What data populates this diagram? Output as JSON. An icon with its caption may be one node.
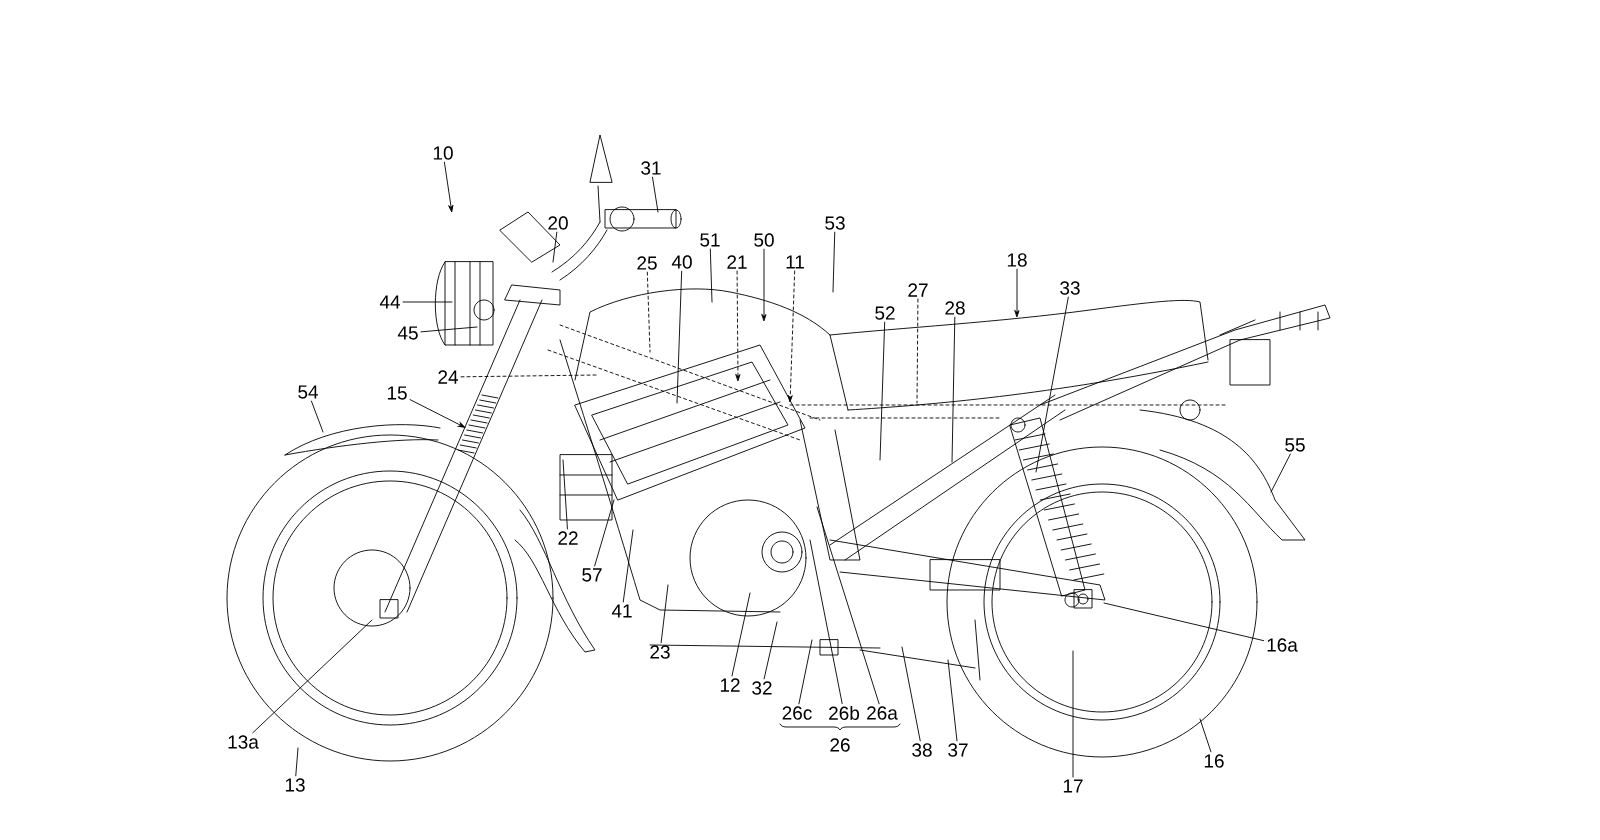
{
  "diagram": {
    "nodes": [
      {
        "text": [
          "10"
        ]
      },
      {
        "text": [
          "31"
        ]
      },
      {
        "text": [
          "20"
        ]
      },
      {
        "text": [
          "53"
        ]
      },
      {
        "text": [
          "51"
        ]
      },
      {
        "text": [
          "50"
        ]
      },
      {
        "text": [
          "25"
        ]
      },
      {
        "text": [
          "40"
        ]
      },
      {
        "text": [
          "21"
        ]
      },
      {
        "text": [
          "11"
        ]
      },
      {
        "text": [
          "18"
        ]
      },
      {
        "text": [
          "33"
        ]
      },
      {
        "text": [
          "27"
        ]
      },
      {
        "text": [
          "44"
        ]
      },
      {
        "text": [
          "52"
        ]
      },
      {
        "text": [
          "28"
        ]
      },
      {
        "text": [
          "45"
        ]
      },
      {
        "text": [
          "24"
        ]
      },
      {
        "text": [
          "54"
        ]
      },
      {
        "text": [
          "15"
        ]
      },
      {
        "text": [
          "55"
        ]
      },
      {
        "text": [
          "22"
        ]
      },
      {
        "text": [
          "57"
        ]
      },
      {
        "text": [
          "41"
        ]
      },
      {
        "text": [
          "16a"
        ]
      },
      {
        "text": [
          "23"
        ]
      },
      {
        "text": [
          "12"
        ]
      },
      {
        "text": [
          "32"
        ]
      },
      {
        "text": [
          "26c"
        ]
      },
      {
        "text": [
          "26b"
        ]
      },
      {
        "text": [
          "26a"
        ]
      },
      {
        "text": [
          "13a"
        ]
      },
      {
        "text": [
          "38"
        ]
      },
      {
        "text": [
          "37"
        ]
      },
      {
        "text": [
          "16"
        ]
      },
      {
        "text": [
          "13"
        ]
      },
      {
        "text": [
          "17"
        ]
      }
    ],
    "edges": [
      {
        "from": 0,
        "to": null,
        "arrow": "to"
      },
      {
        "from": 1,
        "to": null,
        "arrow": "none"
      },
      {
        "from": 2,
        "to": null,
        "arrow": "none"
      },
      {
        "from": 3,
        "to": null,
        "arrow": "none"
      },
      {
        "from": 4,
        "to": null,
        "arrow": "none"
      },
      {
        "from": 5,
        "to": null,
        "arrow": "to"
      },
      {
        "from": 6,
        "to": null,
        "arrow": "none",
        "style": "dashed"
      },
      {
        "from": 7,
        "to": null,
        "arrow": "none"
      },
      {
        "from": 8,
        "to": null,
        "arrow": "to",
        "style": "dashed"
      },
      {
        "from": 9,
        "to": null,
        "arrow": "to",
        "style": "dashed"
      },
      {
        "from": 10,
        "to": null,
        "arrow": "to"
      },
      {
        "from": 11,
        "to": null,
        "arrow": "none"
      },
      {
        "from": 12,
        "to": null,
        "arrow": "none",
        "style": "dashed"
      },
      {
        "from": 13,
        "to": null,
        "arrow": "none"
      },
      {
        "from": 14,
        "to": null,
        "arrow": "none"
      },
      {
        "from": 15,
        "to": null,
        "arrow": "none"
      },
      {
        "from": 16,
        "to": null,
        "arrow": "none"
      },
      {
        "from": 17,
        "to": null,
        "arrow": "none",
        "style": "dashed"
      },
      {
        "from": 18,
        "to": null,
        "arrow": "none"
      },
      {
        "from": 19,
        "to": null,
        "arrow": "to"
      },
      {
        "from": 20,
        "to": null,
        "arrow": "none"
      },
      {
        "from": 21,
        "to": null,
        "arrow": "none"
      },
      {
        "from": 22,
        "to": null,
        "arrow": "none"
      },
      {
        "from": 23,
        "to": null,
        "arrow": "none"
      },
      {
        "from": 24,
        "to": null,
        "arrow": "none"
      },
      {
        "from": 25,
        "to": null,
        "arrow": "none"
      },
      {
        "from": 26,
        "to": null,
        "arrow": "none"
      },
      {
        "from": 27,
        "to": null,
        "arrow": "none"
      },
      {
        "from": 28,
        "to": null,
        "arrow": "none"
      },
      {
        "from": 29,
        "to": null,
        "arrow": "none"
      },
      {
        "from": 30,
        "to": null,
        "arrow": "none"
      },
      {
        "from": 31,
        "to": null,
        "arrow": "none"
      },
      {
        "from": 32,
        "to": null,
        "arrow": "none"
      },
      {
        "from": 33,
        "to": null,
        "arrow": "none"
      },
      {
        "from": 34,
        "to": null,
        "arrow": "none"
      },
      {
        "from": 35,
        "to": null,
        "arrow": "none"
      },
      {
        "from": 36,
        "to": null,
        "arrow": "none"
      }
    ],
    "labels": [
      "26"
    ]
  }
}
